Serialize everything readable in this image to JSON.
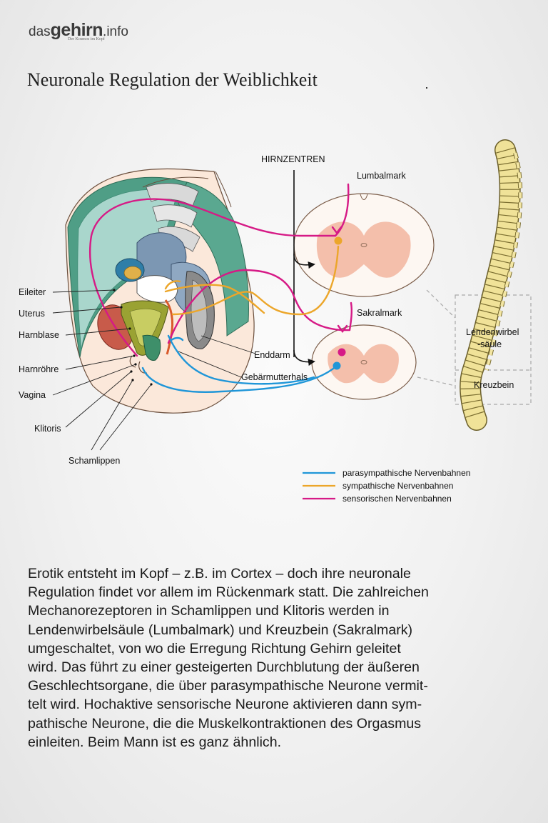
{
  "logo": {
    "part1": "das",
    "part2": "gehirn",
    "part3": ".info",
    "tagline": "Der Kosmos im Kopf"
  },
  "title": "Neuronale Regulation der Weiblichkeit",
  "labels": {
    "hirnzentren": "HIRNZENTREN",
    "lumbalmark": "Lumbalmark",
    "sakralmark": "Sakralmark",
    "lendenwirbel_1": "Lendenwirbel",
    "lendenwirbel_2": "-säule",
    "kreuzbein": "Kreuzbein",
    "eileiter": "Eileiter",
    "uterus": "Uterus",
    "harnblase": "Harnblase",
    "harnroehre": "Harnröhre",
    "vagina": "Vagina",
    "klitoris": "Klitoris",
    "schamlippen": "Schamlippen",
    "enddarm": "Enddarm",
    "gebaermutterhals": "Gebärmutterhals"
  },
  "legend": [
    {
      "label": "parasympathische Nervenbahnen",
      "color": "#1f96d8"
    },
    {
      "label": "sympathische Nervenbahnen",
      "color": "#eca62a"
    },
    {
      "label": "sensorischen Nervenbahnen",
      "color": "#d61a86"
    }
  ],
  "paragraph": [
    "Erotik entsteht im Kopf – z.B. im Cortex – doch ihre neuronale",
    "Regulation findet vor allem im Rückenmark statt. Die zahlreichen",
    "Mechanorezeptoren in Schamlippen und Klitoris werden in",
    "Lendenwirbelsäule (Lumbalmark) und Kreuzbein (Sakralmark)",
    "umgeschaltet, von wo die Erregung Richtung Gehirn geleitet",
    "wird. Das führt zu einer gesteigerten Durchblutung der äußeren",
    "Geschlechtsorgane, die über parasympathische Neurone vermit-",
    "telt wird. Hochaktive sensorische Neurone aktivieren dann sym-",
    "pathische Neurone, die die Muskelkontraktionen des Orgasmus",
    "einleiten. Beim Mann ist es ganz ähnlich."
  ]
}
